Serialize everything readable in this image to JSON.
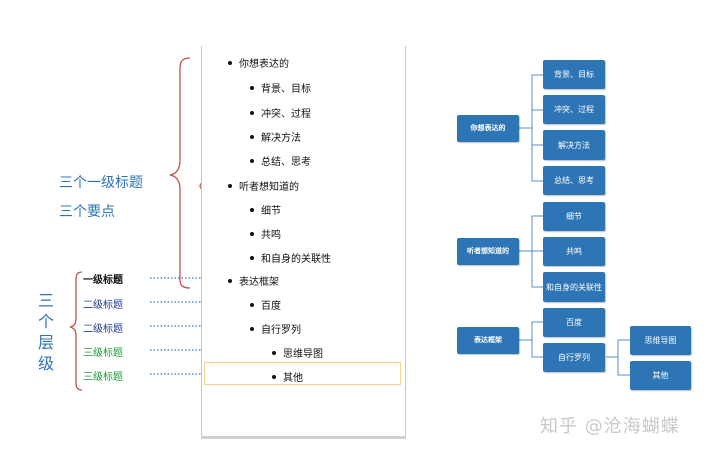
{
  "colors": {
    "accent": "#2e75b6",
    "ellipse": "#c0504d",
    "level2": "#1f3a93",
    "level3": "#1e9a3a",
    "dotted": "#2e75b6",
    "caret": "#f5d28a"
  },
  "outline": {
    "items": [
      {
        "text": "你想表达的",
        "level": 1
      },
      {
        "text": "背景、目标",
        "level": 2
      },
      {
        "text": "冲突、过程",
        "level": 2
      },
      {
        "text": "解决方法",
        "level": 2
      },
      {
        "text": "总结、思考",
        "level": 2
      },
      {
        "text": "听者想知道的",
        "level": 1
      },
      {
        "text": "细节",
        "level": 2
      },
      {
        "text": "共鸣",
        "level": 2
      },
      {
        "text": "和自身的关联性",
        "level": 2
      },
      {
        "text": "表达框架",
        "level": 1
      },
      {
        "text": "百度",
        "level": 2
      },
      {
        "text": "自行罗列",
        "level": 2
      },
      {
        "text": "思维导图",
        "level": 3
      },
      {
        "text": "其他",
        "level": 3
      }
    ]
  },
  "annotations": {
    "level1_title": "三个一级标题",
    "three_points": "三个要点",
    "three_levels": "三个层级",
    "level_labels": [
      "一级标题",
      "二级标题",
      "二级标题",
      "三级标题",
      "三级标题"
    ]
  },
  "mindmap": {
    "roots": [
      "你想表达的",
      "听者想知道的",
      "表达框架"
    ],
    "children_1": [
      "背景、目标",
      "冲突、过程",
      "解决方法",
      "总结、思考"
    ],
    "children_2": [
      "细节",
      "共鸣",
      "和自身的关联性"
    ],
    "children_3": [
      "百度",
      "自行罗列"
    ],
    "grandchildren": [
      "思维导图",
      "其他"
    ]
  },
  "watermark": "知乎 @沧海蝴蝶"
}
